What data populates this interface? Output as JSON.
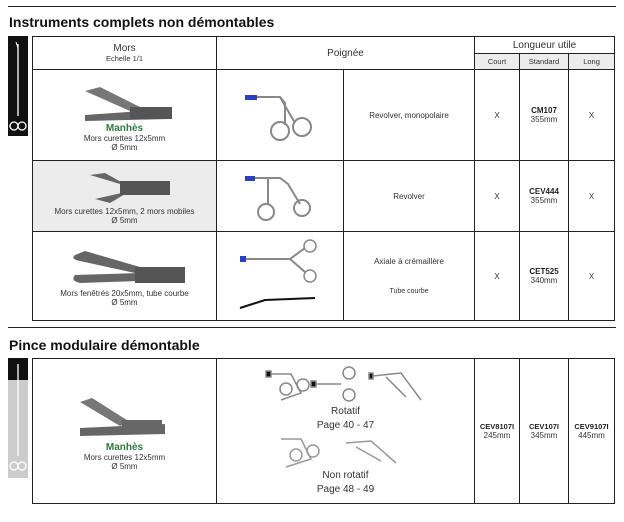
{
  "section1": {
    "title": "Instruments complets non démontables",
    "headers": {
      "mors": "Mors",
      "scale": "Echelle 1/1",
      "poignee": "Poignée",
      "longueur": "Longueur utile",
      "court": "Court",
      "standard": "Standard",
      "long": "Long"
    },
    "rows": [
      {
        "brand": "Manhès",
        "desc": "Mors curettes 12x5mm",
        "diam": "Ø 5mm",
        "handle": "Revolver, monopolaire",
        "handle2": "",
        "court": "X",
        "code": "CM107",
        "length": "355mm",
        "long": "X"
      },
      {
        "brand": "",
        "desc": "Mors curettes 12x5mm, 2 mors mobiles",
        "diam": "Ø 5mm",
        "handle": "Revolver",
        "handle2": "",
        "court": "X",
        "code": "CEV444",
        "length": "355mm",
        "long": "X"
      },
      {
        "brand": "",
        "desc": "Mors fenêtrés 20x5mm, tube courbe",
        "diam": "Ø 5mm",
        "handle": "Axiale à crémaillère",
        "handle2": "Tube courbe",
        "court": "X",
        "code": "CET525",
        "length": "340mm",
        "long": "X"
      }
    ]
  },
  "section2": {
    "title": "Pince modulaire démontable",
    "brand": "Manhès",
    "desc": "Mors curettes 12x5mm",
    "diam": "Ø 5mm",
    "rotatif": "Rotatif",
    "rotatif_page": "Page 40 - 47",
    "non_rotatif": "Non rotatif",
    "non_rotatif_page": "Page 48 - 49",
    "codes": [
      {
        "code": "CEV8107I",
        "length": "245mm"
      },
      {
        "code": "CEV107I",
        "length": "345mm"
      },
      {
        "code": "CEV9107I",
        "length": "445mm"
      }
    ]
  },
  "colors": {
    "brand_green": "#2e7d3a",
    "handle_blue": "#2a3fbf"
  }
}
